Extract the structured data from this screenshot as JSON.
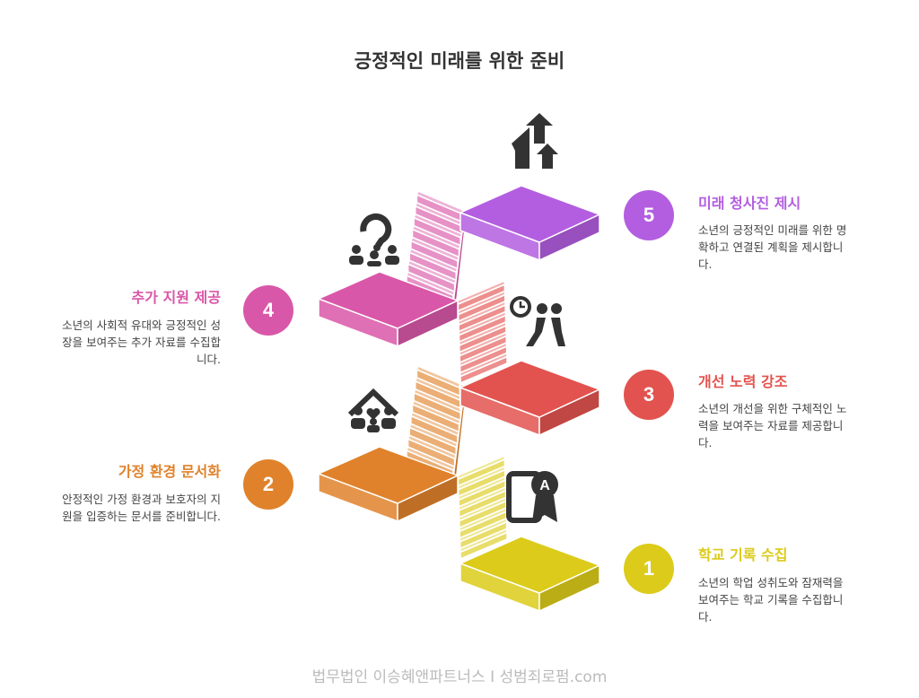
{
  "title": "긍정적인 미래를 위한 준비",
  "steps": [
    {
      "number": "1",
      "heading": "학교 기록 수집",
      "description": "소년의 학업 성취도와 잠재력을 보여주는 학교 기록을 수집합니다.",
      "color": "#dccb1a",
      "icon": "certificate-icon"
    },
    {
      "number": "2",
      "heading": "가정 환경 문서화",
      "description": "안정적인 가정 환경과 보호자의 지원을 입증하는 문서를 준비합니다.",
      "color": "#e0822b",
      "icon": "family-home-icon"
    },
    {
      "number": "3",
      "heading": "개선 노력 강조",
      "description": "소년의 개선을 위한 구체적인 노력을 보여주는 자료를 제공합니다.",
      "color": "#e2534f",
      "icon": "effort-people-icon"
    },
    {
      "number": "4",
      "heading": "추가 지원 제공",
      "description": "소년의 사회적 유대와 긍정적인 성장을 보여주는 추가 자료를 수집합니다.",
      "color": "#d957a8",
      "icon": "support-group-icon"
    },
    {
      "number": "5",
      "heading": "미래 청사진 제시",
      "description": "소년의 긍정적인 미래를 위한 명확하고 연결된 계획을 제시합니다.",
      "color": "#b35ee0",
      "icon": "home-growth-icon"
    }
  ],
  "footer": "법무법인 이승혜앤파트너스 I 성범죄로펌.com"
}
